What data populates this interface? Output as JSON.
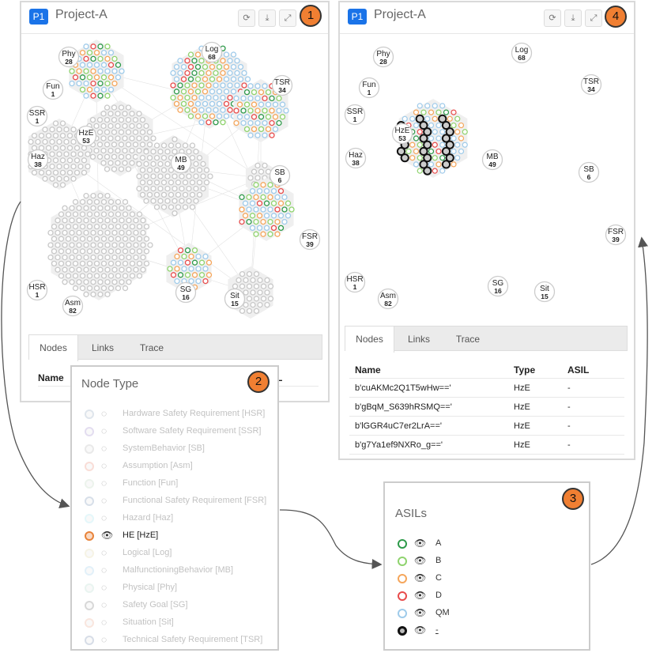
{
  "project": {
    "badge": "P1",
    "title": "Project-A"
  },
  "toolbar": {
    "refresh_icon": "refresh-icon",
    "download_icon": "download-icon",
    "expand_icon": "expand-icon"
  },
  "steps": [
    "1",
    "2",
    "3",
    "4"
  ],
  "colors": {
    "A": "#2e9a4a",
    "B": "#8fd36e",
    "C": "#f5a65b",
    "D": "#e84b4b",
    "QM": "#9fcbea",
    "none": "#c8c8c8",
    "hex_bg": "#efefef",
    "accent": "#1a73e8",
    "step": "#f07f32"
  },
  "nodes_panel1": [
    {
      "abbr": "Phy",
      "count": "28"
    },
    {
      "abbr": "Log",
      "count": "68"
    },
    {
      "abbr": "Fun",
      "count": "1"
    },
    {
      "abbr": "SSR",
      "count": "1"
    },
    {
      "abbr": "TSR",
      "count": "34"
    },
    {
      "abbr": "HzE",
      "count": "53"
    },
    {
      "abbr": "Haz",
      "count": "38"
    },
    {
      "abbr": "MB",
      "count": "49"
    },
    {
      "abbr": "SB",
      "count": "6"
    },
    {
      "abbr": "FSR",
      "count": "39"
    },
    {
      "abbr": "HSR",
      "count": "1"
    },
    {
      "abbr": "Asm",
      "count": "82"
    },
    {
      "abbr": "SG",
      "count": "16"
    },
    {
      "abbr": "Sit",
      "count": "15"
    }
  ],
  "tabs": [
    "Nodes",
    "Links",
    "Trace"
  ],
  "table": {
    "headers": {
      "name": "Name",
      "type": "Type",
      "asil": "ASIL"
    },
    "rows": [
      {
        "name": "b'cuAKMc2Q1T5wHw=='",
        "type": "HzE",
        "asil": "-"
      },
      {
        "name": "b'gBqM_S639hRSMQ=='",
        "type": "HzE",
        "asil": "-"
      },
      {
        "name": "b'lGGR4uC7er2LrA=='",
        "type": "HzE",
        "asil": "-"
      },
      {
        "name": "b'g7Ya1ef9NXRo_g=='",
        "type": "HzE",
        "asil": "-"
      }
    ]
  },
  "panel1_table_headers": {
    "name": "Name",
    "asil_partial": "L"
  },
  "node_type_legend": {
    "title": "Node Type",
    "items": [
      {
        "label": "Hardware Safety Requirement [HSR]",
        "color": "#b9c7d6",
        "active": false
      },
      {
        "label": "Software Safety Requirement [SSR]",
        "color": "#c3b6df",
        "active": false
      },
      {
        "label": "SystemBehavior [SB]",
        "color": "#cfcfcf",
        "active": false
      },
      {
        "label": "Assumption [Asm]",
        "color": "#f2b6a8",
        "active": false
      },
      {
        "label": "Function [Fun]",
        "color": "#d6e6d6",
        "active": false
      },
      {
        "label": "Functional Safety Requirement [FSR]",
        "color": "#a8b9d0",
        "active": false
      },
      {
        "label": "Hazard [Haz]",
        "color": "#c5eef5",
        "active": false
      },
      {
        "label": "HE [HzE]",
        "color": "#e8833a",
        "active": true
      },
      {
        "label": "Logical [Log]",
        "color": "#ece6c6",
        "active": false
      },
      {
        "label": "MalfunctioningBehavior [MB]",
        "color": "#bfe0f3",
        "active": false
      },
      {
        "label": "Physical [Phy]",
        "color": "#cfe8e0",
        "active": false
      },
      {
        "label": "Safety Goal [SG]",
        "color": "#a9a9a9",
        "active": false
      },
      {
        "label": "Situation [Sit]",
        "color": "#f3c9b8",
        "active": false
      },
      {
        "label": "Technical Safety Requirement [TSR]",
        "color": "#a8b6cc",
        "active": false
      }
    ]
  },
  "asil_legend": {
    "title": "ASILs",
    "items": [
      {
        "label": "A",
        "color": "#2e9a4a"
      },
      {
        "label": "B",
        "color": "#8fd36e"
      },
      {
        "label": "C",
        "color": "#f5a65b"
      },
      {
        "label": "D",
        "color": "#e84b4b"
      },
      {
        "label": "QM",
        "color": "#9fcbea"
      },
      {
        "label": "-",
        "color": "#111111"
      }
    ]
  },
  "panel4_labels": [
    {
      "abbr": "Phy",
      "count": "28"
    },
    {
      "abbr": "Log",
      "count": "68"
    },
    {
      "abbr": "Fun",
      "count": "1"
    },
    {
      "abbr": "TSR",
      "count": "34"
    },
    {
      "abbr": "SSR",
      "count": "1"
    },
    {
      "abbr": "HzE",
      "count": "53"
    },
    {
      "abbr": "Haz",
      "count": "38"
    },
    {
      "abbr": "MB",
      "count": "49"
    },
    {
      "abbr": "SB",
      "count": "6"
    },
    {
      "abbr": "FSR",
      "count": "39"
    },
    {
      "abbr": "HSR",
      "count": "1"
    },
    {
      "abbr": "Asm",
      "count": "82"
    },
    {
      "abbr": "SG",
      "count": "16"
    },
    {
      "abbr": "Sit",
      "count": "15"
    }
  ]
}
